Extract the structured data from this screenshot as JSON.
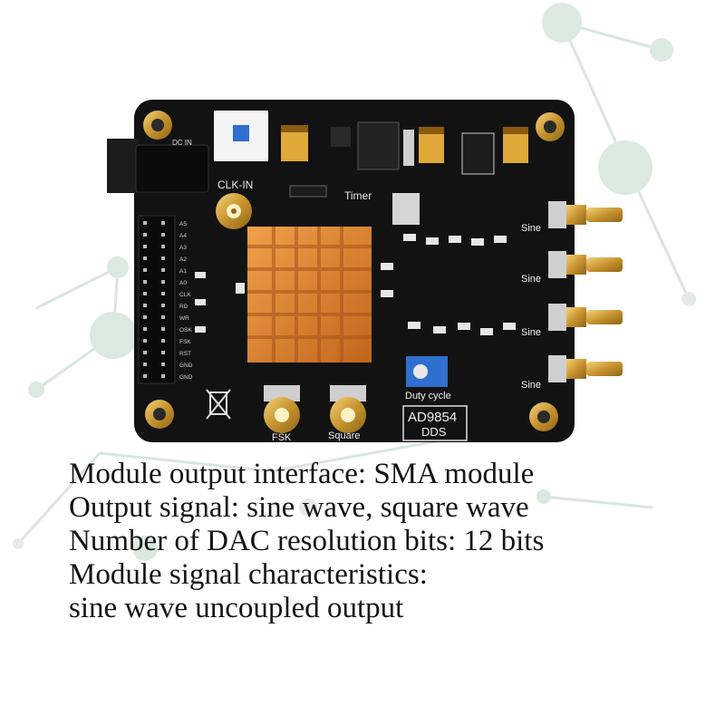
{
  "board": {
    "silkscreen": {
      "clk_in": "CLK-IN",
      "timer": "Timer",
      "sine": "Sine",
      "fsk": "FSK",
      "square": "Square",
      "duty_cycle": "Duty cycle",
      "chip_name": "AD9854",
      "chip_sub": "DDS",
      "dc_in": "DC IN",
      "header_pins": [
        "A5",
        "A4",
        "A3",
        "A2",
        "A1",
        "A0",
        "CLK",
        "RD",
        "WR",
        "OSK",
        "FSK",
        "RST",
        "GND",
        "GND"
      ]
    },
    "colors": {
      "pcb": "#111111",
      "heatsink": "#d9822b",
      "gold": "#d4a64a",
      "accent_blue": "#2f6fcf"
    }
  },
  "specs": [
    "Module output interface: SMA module",
    "Output signal: sine wave, square wave",
    "Number of DAC resolution bits: 12 bits",
    "Module signal characteristics:",
    "sine wave uncoupled output"
  ]
}
